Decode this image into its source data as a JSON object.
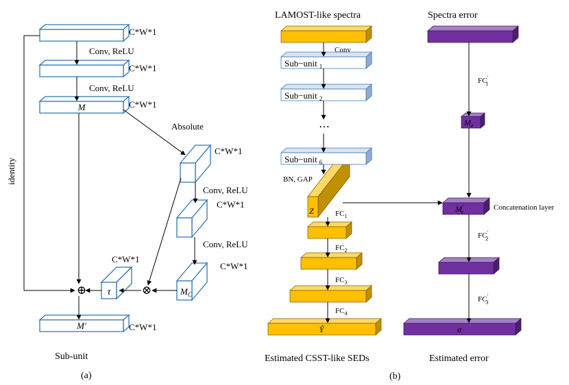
{
  "panel_a": {
    "dim": "C*W*1",
    "conv_relu": "Conv, ReLU",
    "m": "M",
    "absolute": "Absolute",
    "mc_main": "M",
    "mc_sub": "C",
    "tau": "τ",
    "plus": "⊕",
    "times": "⊗",
    "m_prime": "M′",
    "identity": "identity",
    "caption": "Sub-unit",
    "label": "(a)"
  },
  "panel_b": {
    "title_spectra": "LAMOST-like spectra",
    "title_error": "Spectra error",
    "conv": "Conv",
    "subunit": "Sub−unit",
    "subunit_idx": [
      "1",
      "2",
      "6"
    ],
    "dots": "⋯",
    "bn_gap": "BN, GAP",
    "z": "Z",
    "fc": "FC",
    "fc_idx": [
      "1",
      "2",
      "3",
      "4"
    ],
    "fcp_idx": [
      "1",
      "2",
      "3"
    ],
    "prime": "′",
    "y_hat": "Ŷ",
    "me_main": "M",
    "me_sub": "e",
    "me_prime": "′",
    "concat": "Concatenation layer",
    "sigma": "σ",
    "caption_sed": "Estimated CSST-like SEDs",
    "caption_err": "Estimated error",
    "label": "(b)"
  },
  "colors": {
    "blue": "#2e75b6",
    "orange_front": "#ffc000",
    "orange_top": "#ffd966",
    "orange_side": "#bf9000",
    "purple_front": "#7030a0",
    "purple_top": "#a680c8",
    "purple_side": "#4b1f6f",
    "sub_front": "#ffffff",
    "sub_top": "#dae3f3",
    "sub_side": "#8faadc"
  }
}
